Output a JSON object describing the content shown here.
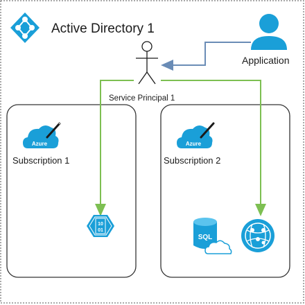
{
  "directory": {
    "title": "Active Directory 1",
    "icon": "azure-active-directory-icon"
  },
  "application": {
    "label": "Application",
    "icon": "user-icon"
  },
  "service_principal": {
    "label": "Service Principal 1",
    "icon": "stick-figure-icon"
  },
  "subscriptions": [
    {
      "label": "Subscription 1",
      "icon": "azure-subscription-icon",
      "badge": "Azure",
      "resources": [
        {
          "icon": "storage-blob-icon",
          "glyph_text": "10\n01"
        }
      ]
    },
    {
      "label": "Subscription 2",
      "icon": "azure-subscription-icon",
      "badge": "Azure",
      "resources": [
        {
          "icon": "sql-database-icon",
          "glyph_text": "SQL"
        },
        {
          "icon": "web-app-icon"
        }
      ]
    }
  ],
  "colors": {
    "azure_blue": "#1a9fd8",
    "link_green": "#7dbf52",
    "link_blue": "#6a8cb6",
    "border": "#333333",
    "dashed_border": "#555555"
  }
}
